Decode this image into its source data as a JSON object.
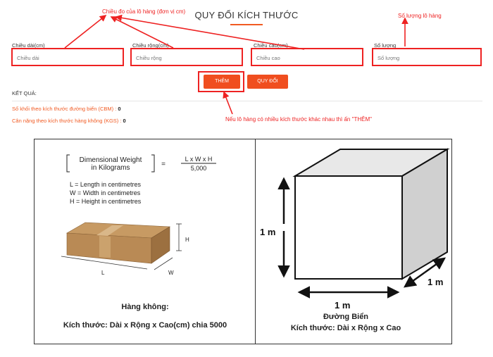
{
  "header": {
    "title": "QUY ĐỔI KÍCH THƯỚC"
  },
  "form": {
    "fields": [
      {
        "label": "Chiều dài(cm)",
        "placeholder": "Chiều dài"
      },
      {
        "label": "Chiều rộng(cm)",
        "placeholder": "Chiều rộng"
      },
      {
        "label": "Chiều cao(cm)",
        "placeholder": "Chiều cao"
      },
      {
        "label": "Số lượng",
        "placeholder": "Số lượng"
      }
    ],
    "add_label": "THÊM",
    "convert_label": "QUY ĐỔI"
  },
  "results": {
    "heading": "KẾT QUẢ:",
    "sea_label": "Số khối theo kích thước đường biển (CBM) :",
    "sea_value": "0",
    "air_label": "Cân nặng theo kích thước hàng không (KGS) :",
    "air_value": "0"
  },
  "annotations": {
    "dims_note": "Chiều đo của lô hàng (đơn vị cm)",
    "qty_note": "Số lượng lô hàng",
    "add_note": "Nếu lô hàng có nhiều kích thước khác nhau thì ấn \"THÊM\""
  },
  "air_panel": {
    "formula_left_1": "Dimensional Weight",
    "formula_left_2": "in Kilograms",
    "formula_eq": "=",
    "formula_num": "L x W x H",
    "formula_den": "5,000",
    "legend_l": "L   = Length in centimetres",
    "legend_w": "W  = Width in centimetres",
    "legend_h": "H   = Height in centimetres",
    "box_l": "L",
    "box_w": "W",
    "box_h": "H",
    "caption_title": "Hàng không:",
    "caption_formula": "Kích thước: Dài x Rộng x Cao(cm) chia 5000"
  },
  "sea_panel": {
    "height_label": "1 m",
    "width_label": "1 m",
    "depth_label": "1 m",
    "caption_title": "Đường Biển",
    "caption_formula": "Kích thước: Dài x Rộng x Cao"
  },
  "colors": {
    "accent": "#f04e1f",
    "annotation": "#e22222"
  }
}
